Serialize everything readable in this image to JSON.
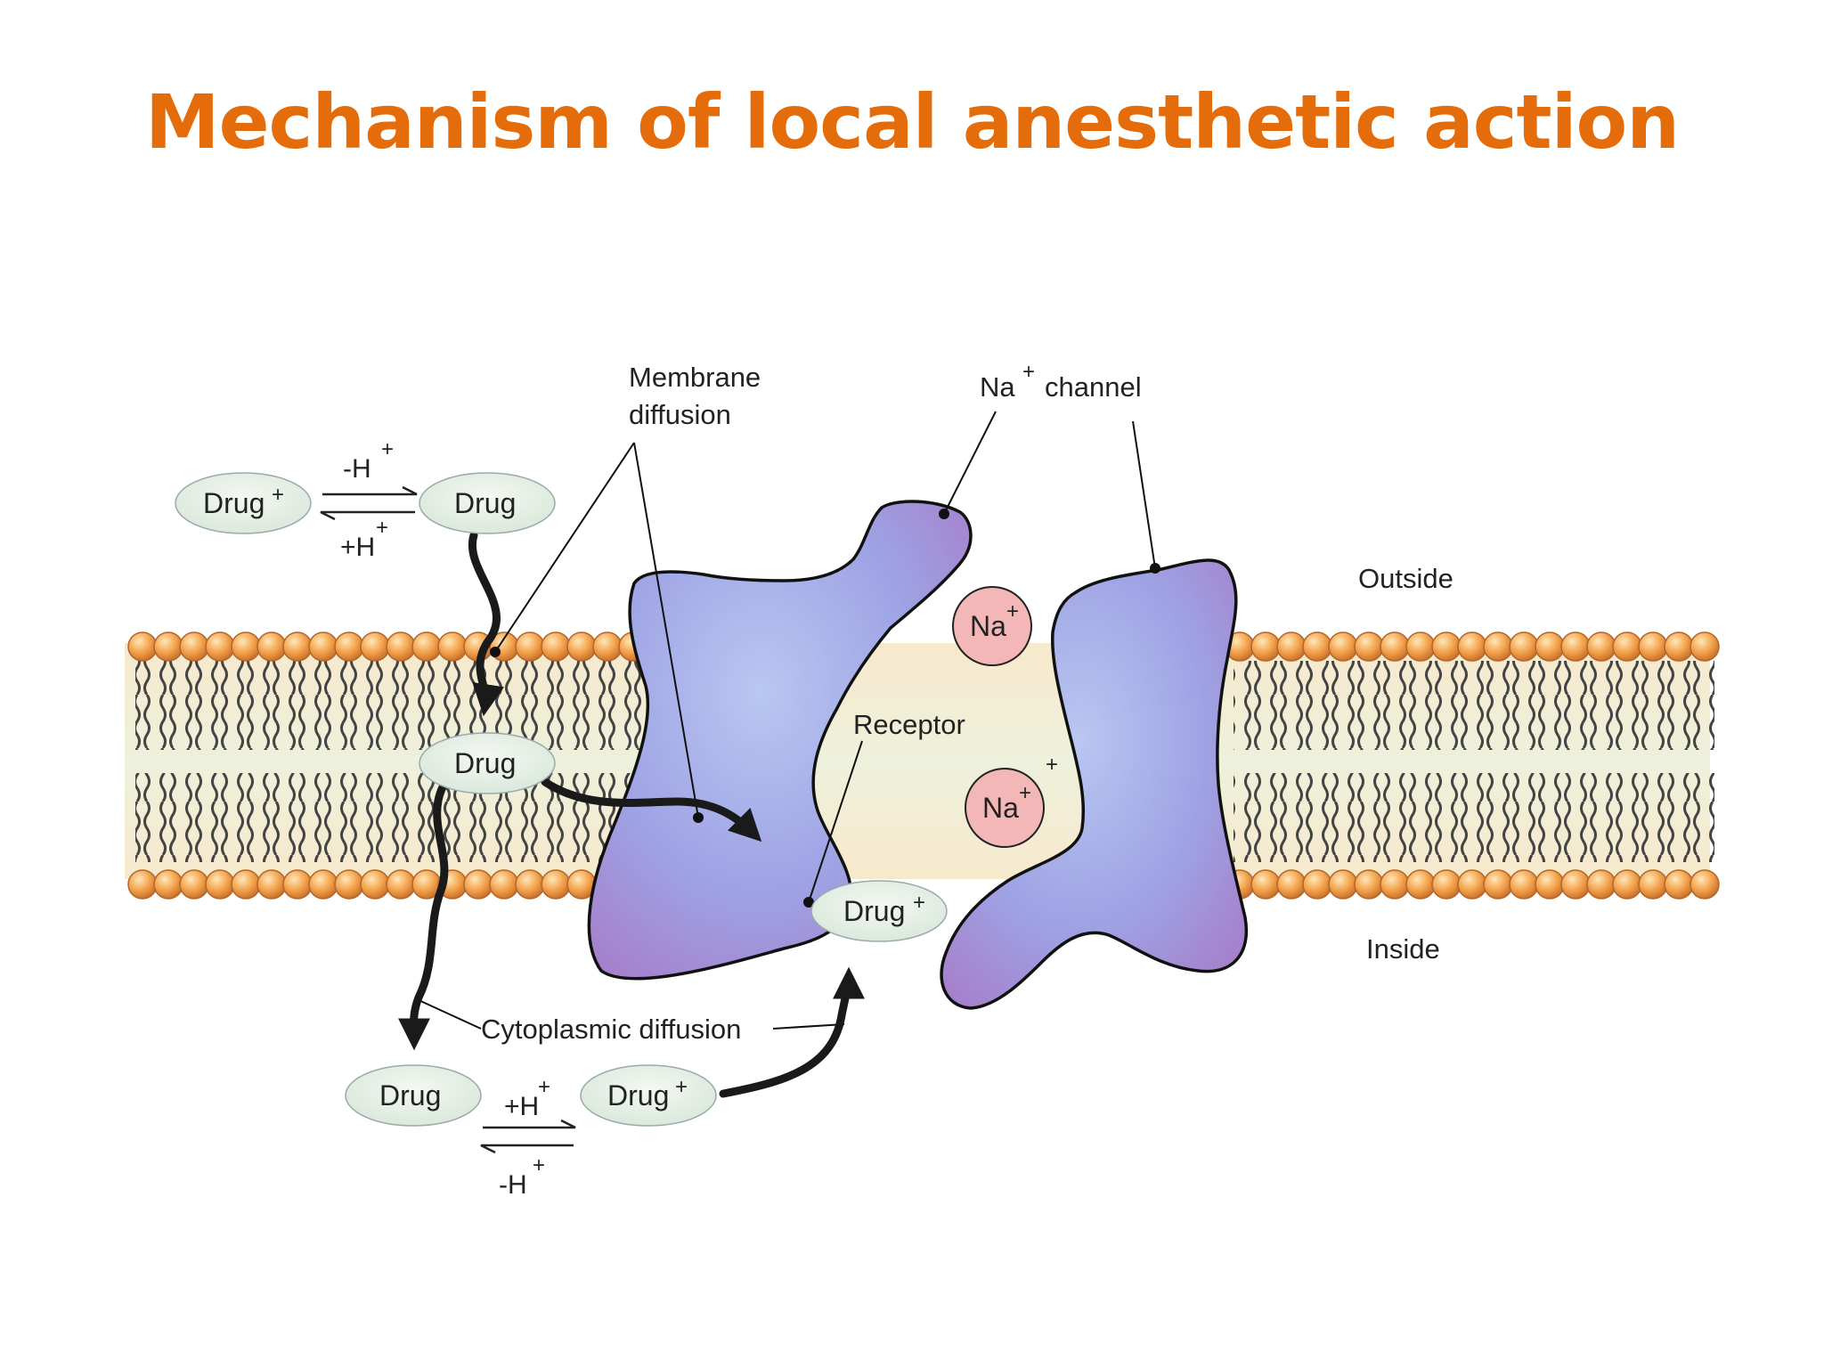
{
  "title": "Mechanism of local anesthetic action",
  "colors": {
    "title": "#E46C0A",
    "head": "#F2A049",
    "protein": "#9C9FE6",
    "sodium": "#F4B7B7",
    "pill": "#E3EEE4"
  },
  "labels": {
    "membrane_diffusion_1": "Membrane",
    "membrane_diffusion_2": "diffusion",
    "na_channel_prefix": "Na",
    "na_channel_suffix": "channel",
    "outside": "Outside",
    "inside": "Inside",
    "receptor": "Receptor",
    "cytoplasmic_diffusion": "Cytoplasmic diffusion",
    "plus": "+"
  },
  "molecules": {
    "drug": "Drug",
    "drug_ion": "Drug",
    "na": "Na",
    "minus_h": "-H",
    "plus_h": "+H"
  }
}
